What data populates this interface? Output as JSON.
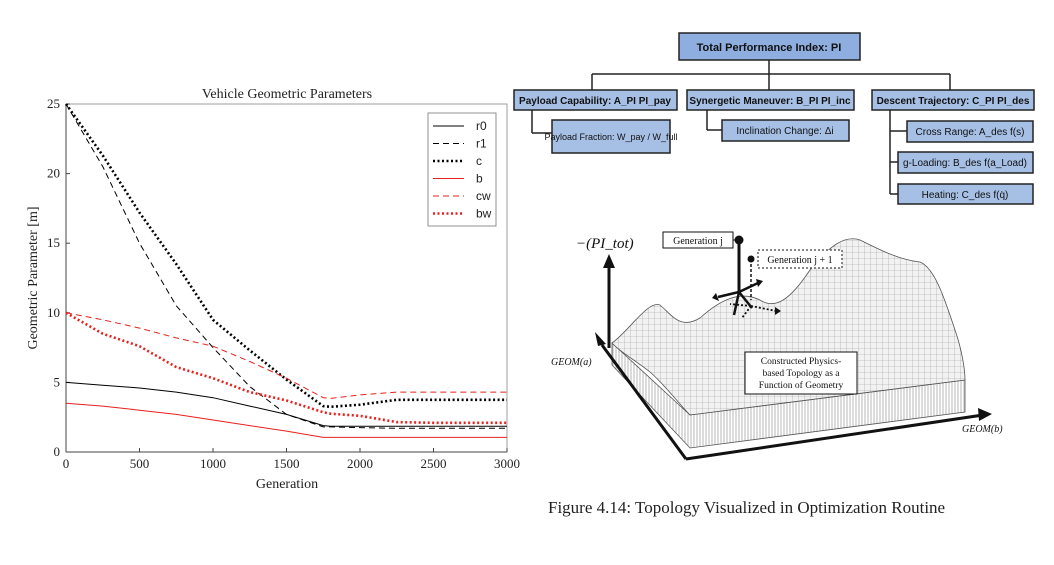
{
  "chart_data": {
    "type": "line",
    "title": "Vehicle Geometric Parameters",
    "xlabel": "Generation",
    "ylabel": "Geometric Parameter [m]",
    "xlim": [
      0,
      3000
    ],
    "ylim": [
      0,
      25
    ],
    "xticks": [
      "0",
      "500",
      "1000",
      "1500",
      "2000",
      "2500",
      "3000"
    ],
    "yticks": [
      "0",
      "5",
      "10",
      "15",
      "20",
      "25"
    ],
    "legend_position": "top-right",
    "grid": false,
    "x": [
      0,
      250,
      500,
      750,
      1000,
      1250,
      1500,
      1750,
      1800,
      2000,
      2250,
      2500,
      2750,
      3000
    ],
    "series": [
      {
        "name": "r0",
        "color": "#000000",
        "style": "solid",
        "values": [
          5.0,
          4.8,
          4.6,
          4.3,
          3.9,
          3.3,
          2.7,
          1.9,
          1.85,
          1.85,
          1.85,
          1.85,
          1.85,
          1.85
        ]
      },
      {
        "name": "r1",
        "color": "#000000",
        "style": "dashed",
        "values": [
          25.0,
          20.5,
          15.0,
          10.5,
          7.5,
          4.7,
          2.7,
          1.8,
          1.8,
          1.75,
          1.7,
          1.7,
          1.7,
          1.7
        ]
      },
      {
        "name": "c",
        "color": "#000000",
        "style": "dotted",
        "values": [
          25.0,
          21.3,
          17.2,
          13.5,
          9.5,
          7.3,
          5.2,
          3.3,
          3.25,
          3.4,
          3.75,
          3.75,
          3.75,
          3.75
        ]
      },
      {
        "name": "b",
        "color": "#e8201c",
        "style": "solid",
        "values": [
          3.5,
          3.3,
          3.0,
          2.7,
          2.3,
          1.9,
          1.5,
          1.05,
          1.05,
          1.05,
          1.05,
          1.05,
          1.05,
          1.05
        ]
      },
      {
        "name": "cw",
        "color": "#e8201c",
        "style": "dashed",
        "values": [
          10.0,
          9.5,
          8.9,
          8.2,
          7.6,
          6.5,
          5.3,
          3.9,
          3.85,
          4.1,
          4.3,
          4.3,
          4.3,
          4.3
        ]
      },
      {
        "name": "bw",
        "color": "#e8201c",
        "style": "dotted",
        "values": [
          10.0,
          8.5,
          7.6,
          6.1,
          5.3,
          4.3,
          3.7,
          2.85,
          2.75,
          2.6,
          2.15,
          2.1,
          2.1,
          2.1
        ]
      }
    ]
  },
  "hierarchy": {
    "root": "Total Performance Index: PI",
    "branches": [
      {
        "label": "Payload Capability: A_PI PI_pay",
        "children": [
          "Payload Fraction: W_pay / W_full"
        ]
      },
      {
        "label": "Synergetic Maneuver: B_PI PI_inc",
        "children": [
          "Inclination Change: Δi"
        ]
      },
      {
        "label": "Descent Trajectory: C_PI PI_des",
        "children": [
          "Cross Range: A_des f(s)",
          "g-Loading: B_des f(a_Load)",
          "Heating: C_des f(q̇)"
        ]
      }
    ],
    "box_fill": "#a6bfe4",
    "root_fill": "#8eaee0"
  },
  "surface": {
    "z_axis_label": "−(PI_tot)",
    "x_axis_label": "GEOM(a)",
    "y_axis_label": "GEOM(b)",
    "gen_j_label": "Generation j",
    "gen_j1_label": "Generation j + 1",
    "topology_label_line1": "Constructed Physics-",
    "topology_label_line2": "based Topology as a",
    "topology_label_line3": "Function of Geometry"
  },
  "caption": "Figure 4.14: Topology Visualized in Optimization Routine"
}
